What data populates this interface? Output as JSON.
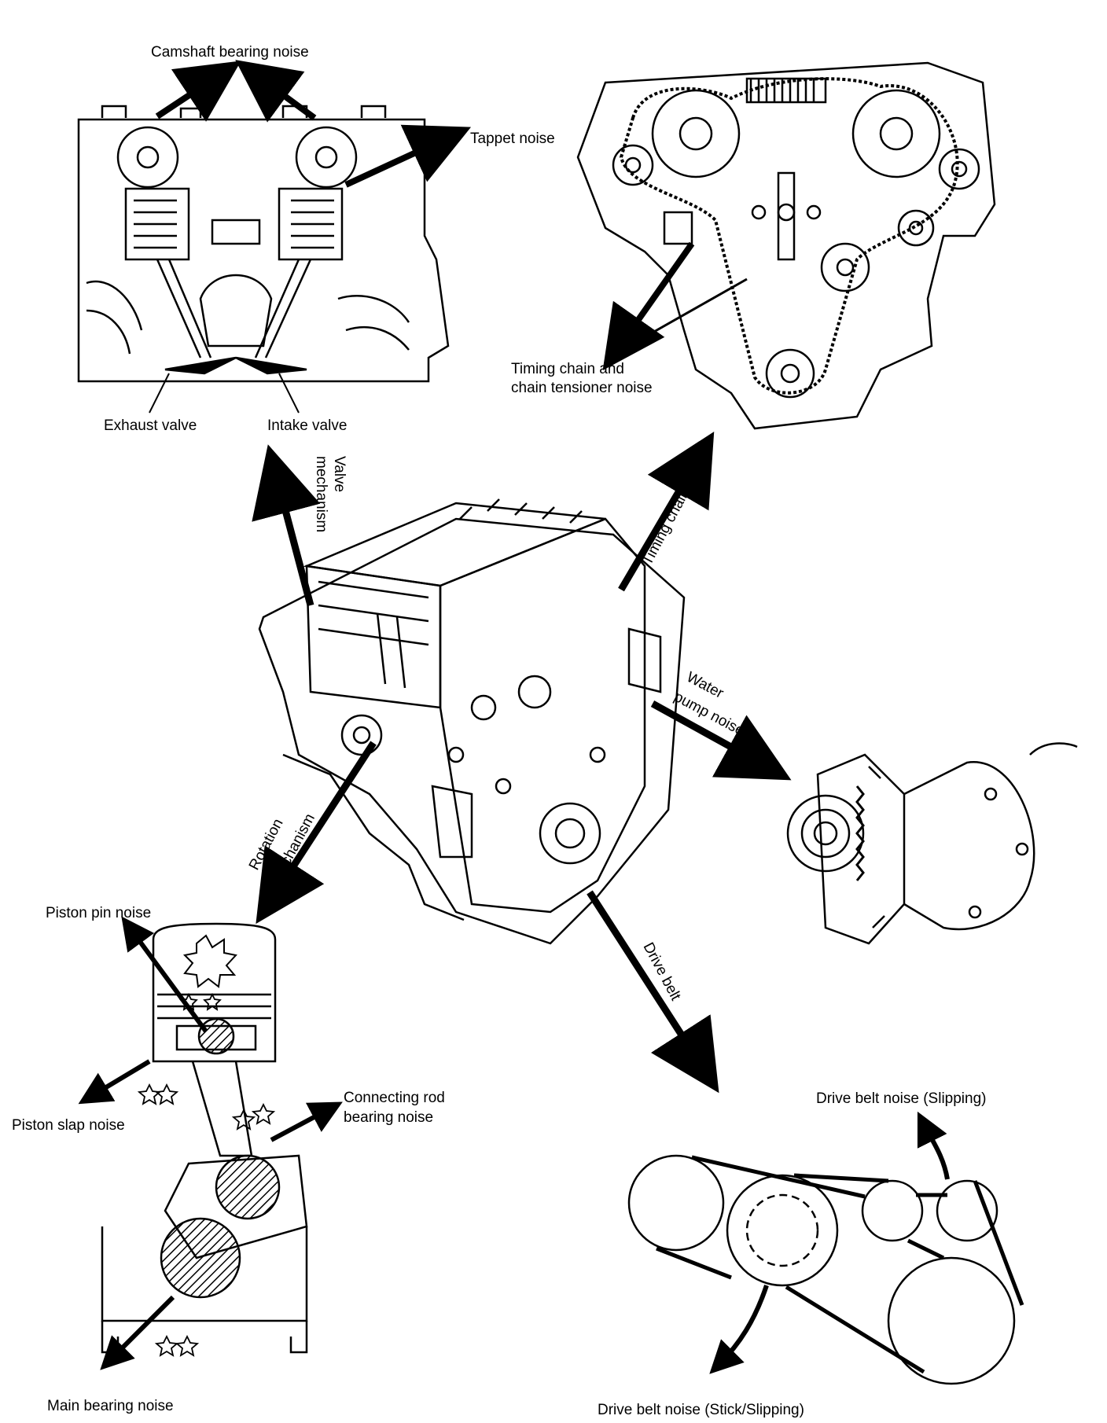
{
  "labels": {
    "camshaft_bearing_noise": "Camshaft bearing noise",
    "tappet_noise": "Tappet noise",
    "exhaust_valve": "Exhaust valve",
    "intake_valve": "Intake valve",
    "timing_chain_noise_line1": "Timing chain and",
    "timing_chain_noise_line2": "chain tensioner noise",
    "valve_mechanism_line1": "Valve",
    "valve_mechanism_line2": "mechanism",
    "timing_chain": "Timing chain",
    "water_pump_line1": "Water",
    "water_pump_line2": "pump noise",
    "rotation_mechanism_line1": "Rotation",
    "rotation_mechanism_line2": "mechanism",
    "drive_belt": "Drive belt",
    "piston_pin_noise": "Piston pin noise",
    "piston_slap_noise": "Piston slap noise",
    "connecting_rod_line1": "Connecting rod",
    "connecting_rod_line2": "bearing noise",
    "main_bearing_noise": "Main bearing noise",
    "drive_belt_noise_slipping": "Drive belt noise (Slipping)",
    "drive_belt_noise_stick": "Drive belt noise (Stick/Slipping)"
  },
  "colors": {
    "ink": "#000000",
    "paper": "#ffffff"
  }
}
